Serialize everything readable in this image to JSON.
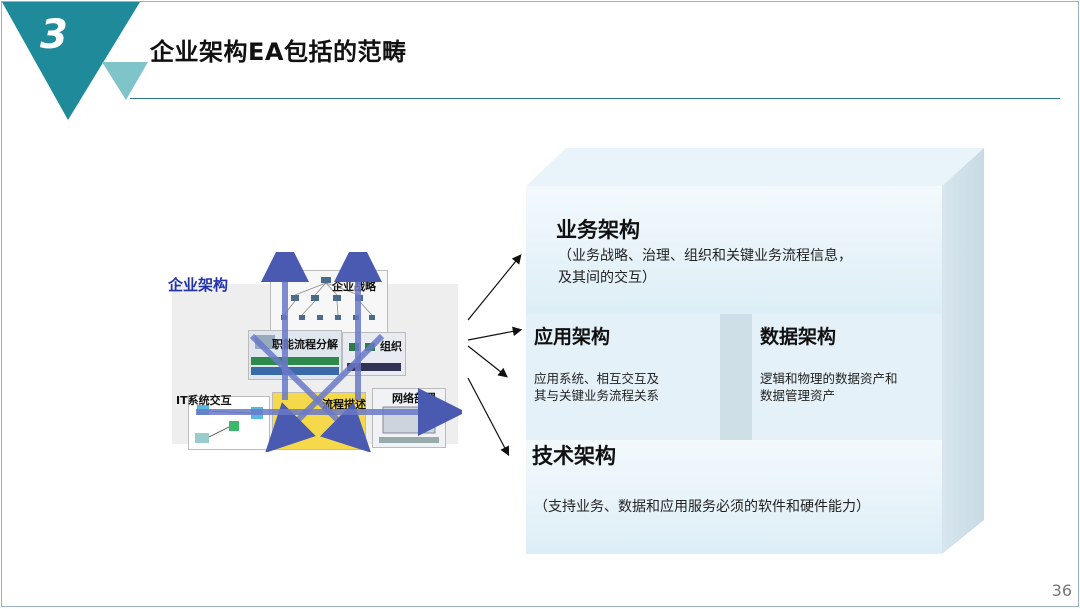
{
  "slide": {
    "section_number": "3",
    "title": "企业架构EA包括的范畴",
    "page_number": "36",
    "accent_color": "#1e8a9a"
  },
  "left_diagram": {
    "label": "企业架构",
    "modules": {
      "strategy": "企业战略",
      "process": "职能流程分解",
      "org": "组织",
      "it_system": "IT系统交互",
      "process_desc": "流程描述",
      "network": "网络部署"
    }
  },
  "layers": {
    "business": {
      "title": "业务架构",
      "desc_line1": "（业务战略、治理、组织和关键业务流程信息，",
      "desc_line2": "及其间的交互）"
    },
    "application": {
      "title": "应用架构",
      "desc_line1": "应用系统、相互交互及",
      "desc_line2": "其与关键业务流程关系"
    },
    "data": {
      "title": "数据架构",
      "desc_line1": "逻辑和物理的数据资产和",
      "desc_line2": "数据管理资产"
    },
    "technology": {
      "title": "技术架构",
      "desc": "（支持业务、数据和应用服务必须的软件和硬件能力）"
    }
  }
}
